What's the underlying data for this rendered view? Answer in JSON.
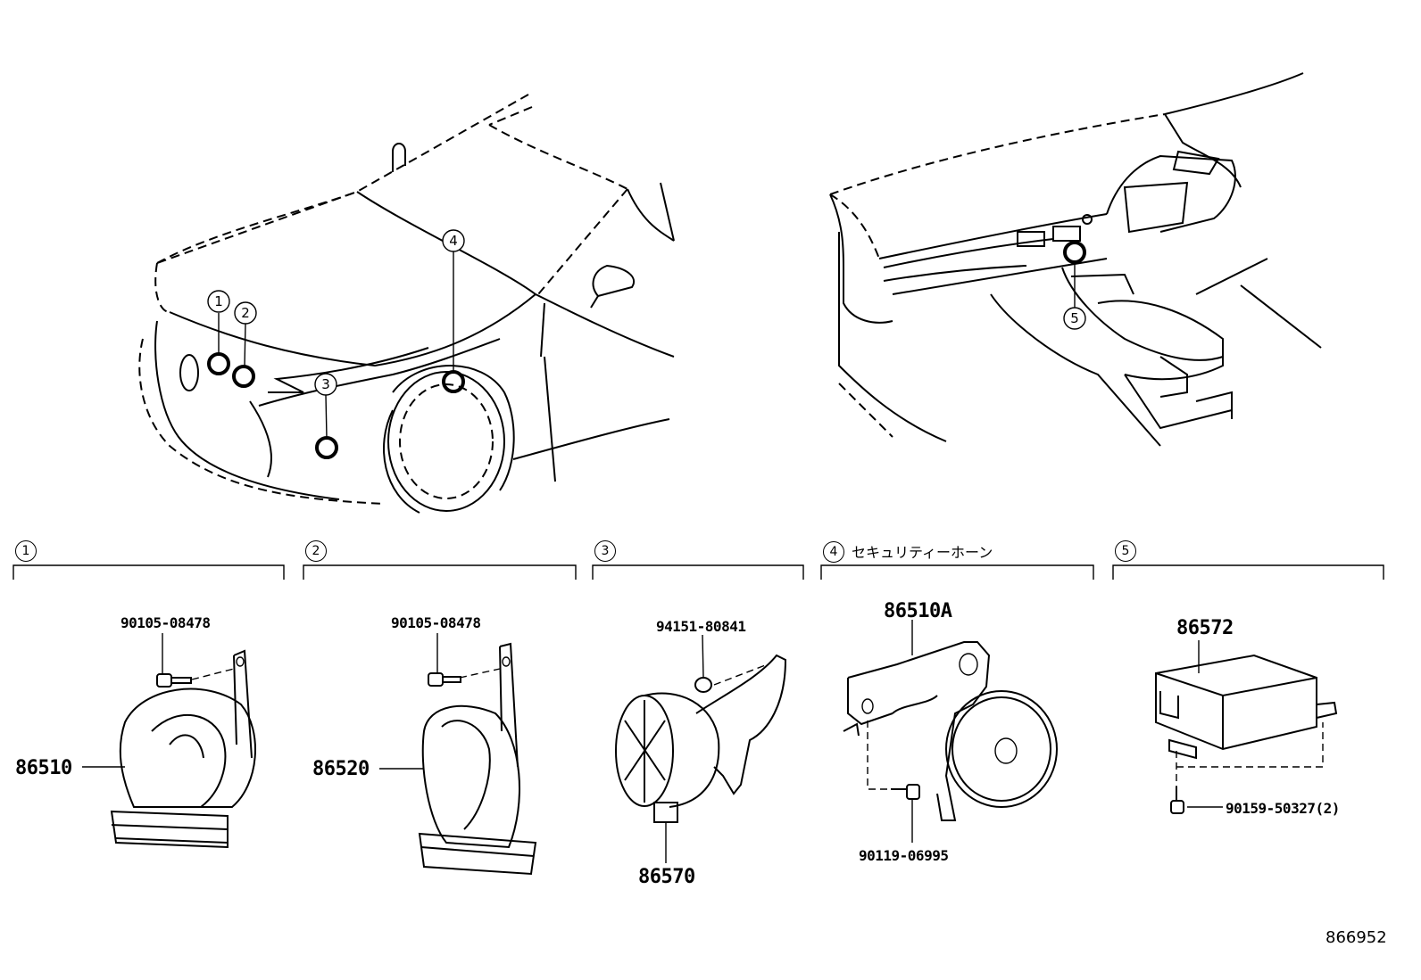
{
  "diagram_id": "866952",
  "sections": [
    {
      "num": "1",
      "title": ""
    },
    {
      "num": "2",
      "title": ""
    },
    {
      "num": "3",
      "title": ""
    },
    {
      "num": "4",
      "title": "セキュリティーホーン"
    },
    {
      "num": "5",
      "title": ""
    }
  ],
  "location_callouts": [
    "1",
    "2",
    "3",
    "4",
    "5"
  ],
  "parts": {
    "s1": {
      "bolt": "90105-08478",
      "main": "86510"
    },
    "s2": {
      "bolt": "90105-08478",
      "main": "86520"
    },
    "s3": {
      "nut": "94151-80841",
      "main": "86570"
    },
    "s4": {
      "main": "86510A",
      "bolt": "90119-06995"
    },
    "s5": {
      "main": "86572",
      "bolt": "90159-50327(2)"
    }
  }
}
